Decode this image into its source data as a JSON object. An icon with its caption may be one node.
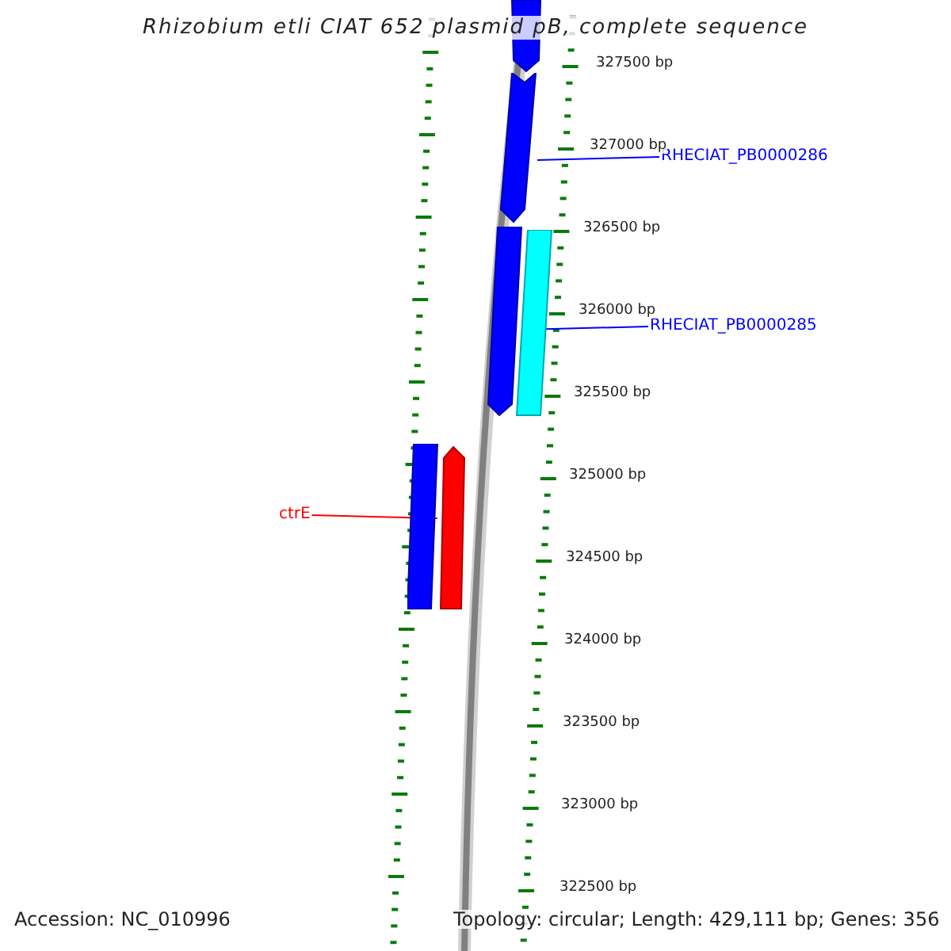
{
  "diagram": {
    "title": "Rhizobium etli CIAT 652 plasmid pB, complete sequence",
    "nodes": [
      {
        "text": [],
        "shape": "bar"
      },
      {
        "text": [],
        "shape": "bar"
      },
      {
        "text": [
          "RHECIAT_PB0000286"
        ]
      },
      {
        "text": [],
        "shape": "bar"
      },
      {
        "text": [],
        "shape": "bar"
      },
      {
        "text": [
          "RHECIAT_PB0000285"
        ]
      },
      {
        "text": [
          "ctrE"
        ]
      },
      {
        "text": [],
        "shape": "bar"
      },
      {
        "text": [],
        "shape": "bar"
      }
    ],
    "edges": [
      {
        "from": 2,
        "to": 1,
        "arrow": "none"
      },
      {
        "from": 5,
        "to": 3,
        "arrow": "none"
      },
      {
        "from": 6,
        "to": 8,
        "arrow": "none",
        "color": "#ff0000"
      }
    ],
    "labels": [
      "327500 bp",
      "327000 bp",
      "326500 bp",
      "326000 bp",
      "325500 bp",
      "325000 bp",
      "324500 bp",
      "324000 bp",
      "323500 bp",
      "323000 bp",
      "322500 bp",
      "Accession: NC_010996",
      "Topology: circular; Length: 429,111 bp; Genes: 356"
    ]
  }
}
